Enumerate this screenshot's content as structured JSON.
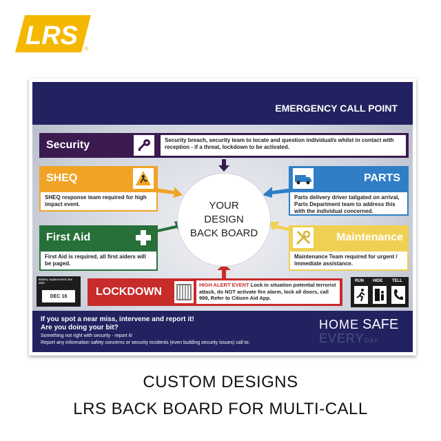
{
  "logo": {
    "text": "LRS",
    "registered": "®",
    "color": "#f5b800"
  },
  "board": {
    "header_title": "EMERGENCY CALL POINT",
    "security": {
      "label": "Security",
      "icon": "key-icon",
      "color": "#3b1a4f",
      "desc": "Security breach, security team to locate and question individual/s whilst in contact with reception  - if a threat, lockdown to be activated."
    },
    "sheq": {
      "label": "SHEQ",
      "icon": "slip-hazard-icon",
      "color": "#f0a325",
      "desc": "SHEQ response team required for high impact event."
    },
    "parts": {
      "label": "PARTS",
      "icon": "delivery-van-icon",
      "color": "#2f7ec6",
      "desc": "Parts delivery driver tailgated on arrival, Parts Department team to address this with the individual concerned."
    },
    "first_aid": {
      "label": "First Aid",
      "icon": "first-aid-cross-icon",
      "color": "#28703a",
      "desc": "First Aid is required, all first aiders will be paged."
    },
    "maintenance": {
      "label": "Maintenance",
      "icon": "tools-icon",
      "color": "#f0d052",
      "desc": "Maintenance Team required for urgent / immediate assistance."
    },
    "center": {
      "line1": "YOUR",
      "line2": "DESIGN",
      "line3": "BACK BOARD"
    },
    "battery": {
      "label": "Battery replacement due date:",
      "date": "DEC 18"
    },
    "lockdown": {
      "label": "LOCKDOWN",
      "icon": "gate-icon",
      "color": "#c72b2a",
      "highlight": "HIGH ALERT EVENT",
      "text": " Lock in situation potential terrorist attack, do NOT activate fire alarm, lock all doors, call 999, Refer to Citizen Aid App."
    },
    "run_hide_tell": {
      "run": "RUN",
      "hide": "HIDE",
      "tell": "TELL"
    },
    "footer": {
      "line1": "If you spot a near miss, intervene and report it!",
      "line2": "Are you doing your bit?",
      "line3": "Something not right with security - report it!",
      "line4": "Report any information safety concerns or security incidents (even building security issues) call to:",
      "home": "HOME",
      "safe": "SAFE",
      "every": "EVERY",
      "day": "DAY"
    }
  },
  "caption": {
    "line1": "CUSTOM DESIGNS",
    "line2": "LRS BACK BOARD FOR MULTI-CALL"
  }
}
